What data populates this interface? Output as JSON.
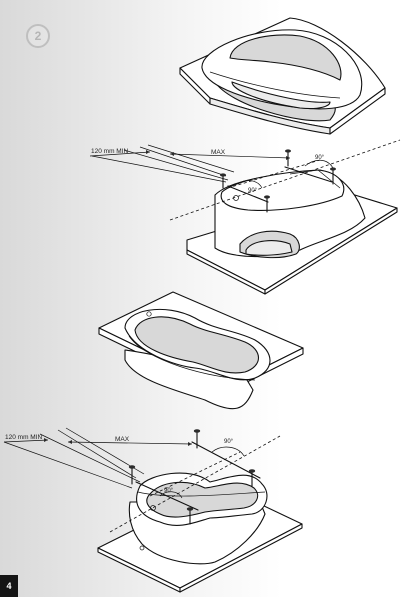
{
  "page": {
    "step_number": "2",
    "page_number": "4"
  },
  "figure_corner_bath": {
    "min_distance_label": "120 mm MIN",
    "max_label": "MAX",
    "angle_label_top": "90°",
    "angle_label_center": "90°"
  },
  "figure_rect_bath": {
    "min_distance_label": "120 mm MIN",
    "max_label": "MAX",
    "angle_label_top": "90°",
    "angle_label_center": "90°"
  },
  "colors": {
    "page_gradient_left": "#d9d9d9",
    "page_background": "#ffffff",
    "line_art": "#111111",
    "page_number_box": "#141414"
  }
}
